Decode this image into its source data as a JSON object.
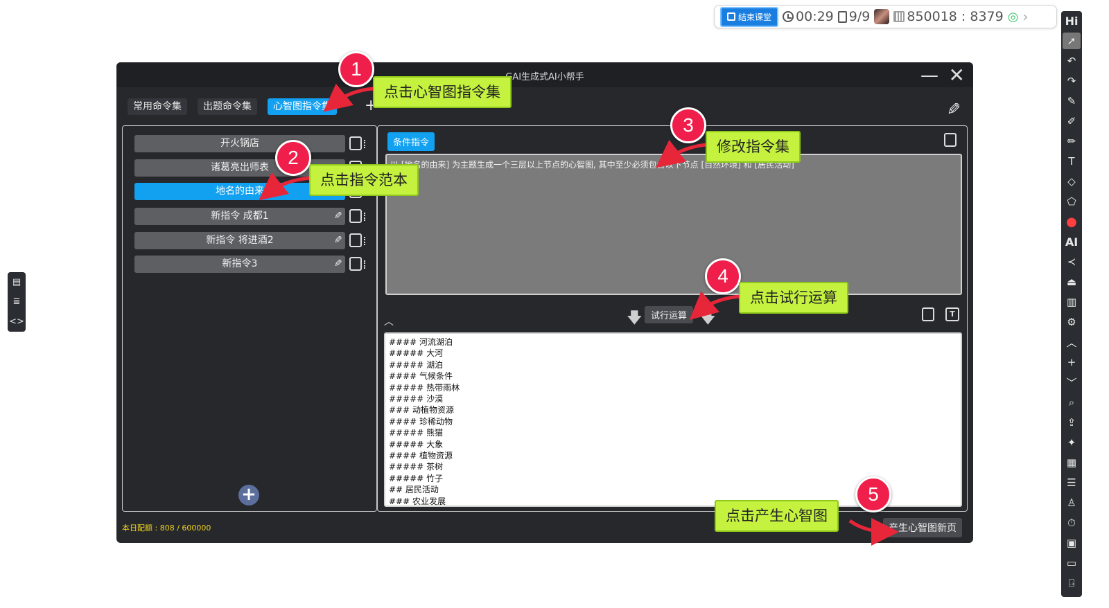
{
  "topbar": {
    "end_class": "结束课堂",
    "timer": "00:29",
    "page": "9/9",
    "room_code": "850018 : 8379"
  },
  "window": {
    "title": "GAI生成式AI小帮手",
    "tabs": [
      "常用命令集",
      "出题命令集",
      "心智图指令集"
    ],
    "active_tab": 2
  },
  "commands": [
    {
      "label": "开火锅店",
      "editable": false
    },
    {
      "label": "诸葛亮出师表",
      "editable": false
    },
    {
      "label": "地名的由来",
      "editable": false,
      "active": true
    },
    {
      "label": "新指令 成都1",
      "editable": true
    },
    {
      "label": "新指令  将进酒2",
      "editable": true
    },
    {
      "label": "新指令3",
      "editable": true
    }
  ],
  "condition_tag": "条件指令",
  "prompt_text": "以 [地名的由来] 为主题生成一个三层以上节点的心智图, 其中至少必须包含以下节点 [自然环境] 和 [居民活动]",
  "trial_button": "试行运算",
  "output_lines": [
    "#### 河流湖泊",
    "##### 大河",
    "##### 湖泊",
    "#### 气候条件",
    "##### 热带雨林",
    "##### 沙漠",
    "### 动植物资源",
    "#### 珍稀动物",
    "##### 熊猫",
    "##### 大象",
    "#### 植物资源",
    "##### 茶树",
    "##### 竹子",
    "## 居民活动",
    "### 农业发展"
  ],
  "quota": "本日配额 : 808 / 600000",
  "generate_button": "产生心智图新页",
  "annotations": [
    {
      "num": "1",
      "text": "点击心智图指令集"
    },
    {
      "num": "2",
      "text": "点击指令范本"
    },
    {
      "num": "3",
      "text": "修改指令集"
    },
    {
      "num": "4",
      "text": "点击试行运算"
    },
    {
      "num": "5",
      "text": "点击产生心智图"
    }
  ],
  "colors": {
    "accent": "#12a0f0",
    "badge": "#ef1e4a",
    "callout": "#c4f23f",
    "window_bg": "#26282c",
    "quota": "#f0d21c"
  }
}
